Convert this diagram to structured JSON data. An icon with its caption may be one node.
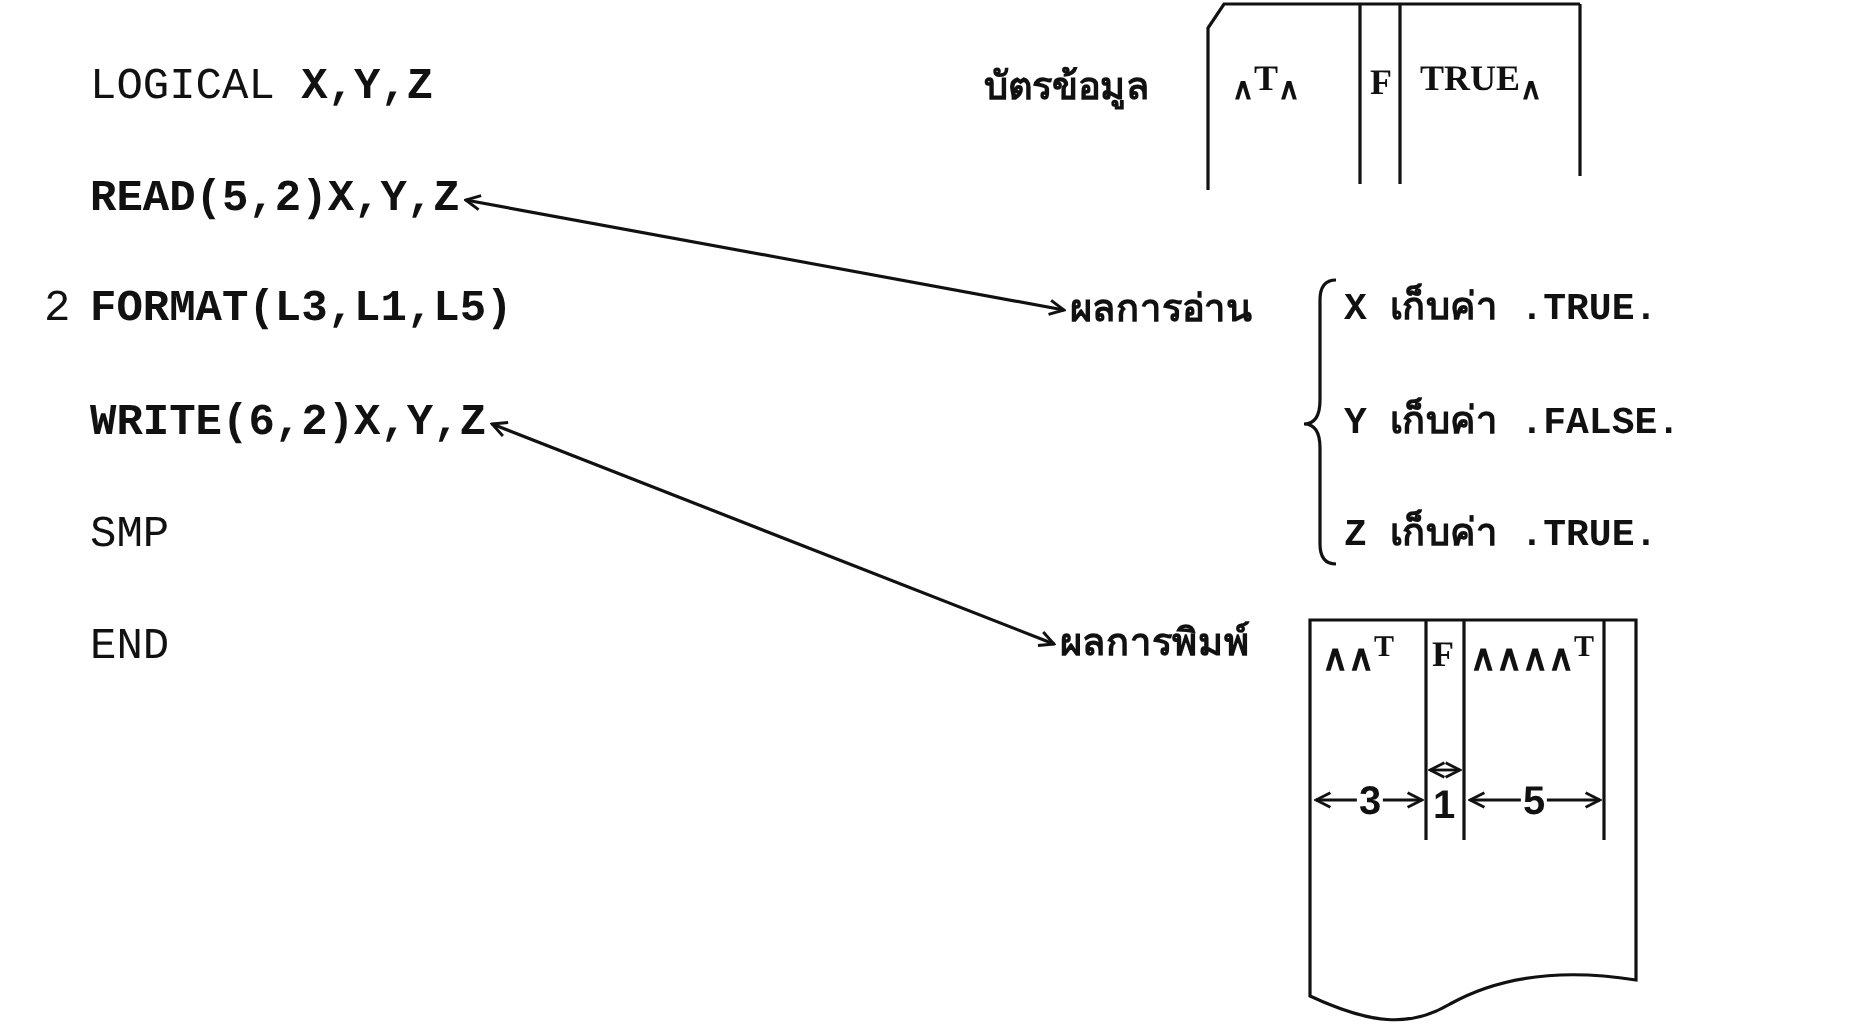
{
  "diagram": {
    "nodes": [
      {
        "text": [
          "READ(5,2)X,Y,Z"
        ]
      },
      {
        "text": [
          "WRITE(6,2)X,Y,Z"
        ]
      },
      {
        "text": [
          "ผลการอ่าน"
        ]
      },
      {
        "text": [
          "ผลการพิมพ์"
        ]
      }
    ],
    "edges": [
      {
        "from": 0,
        "to": 2,
        "arrow": "both"
      },
      {
        "from": 1,
        "to": 3,
        "arrow": "both"
      }
    ],
    "labels": [
      "LOGICAL **X,Y,Z**",
      "บัตรข้อมูล",
      "$_{∧}$T$_{∧}$",
      "F",
      "TRUE$_{∧}$",
      "2",
      "FORMAT(L3,L1,L5)",
      "X เก็บค่า .TRUE.",
      "Y เก็บค่า .FALSE.",
      "SMP",
      "Z เก็บค่า .TRUE.",
      "END",
      "∧∧$^{T}$",
      "F",
      "∧∧∧∧$^{T}$",
      "3",
      "1",
      "5"
    ]
  }
}
